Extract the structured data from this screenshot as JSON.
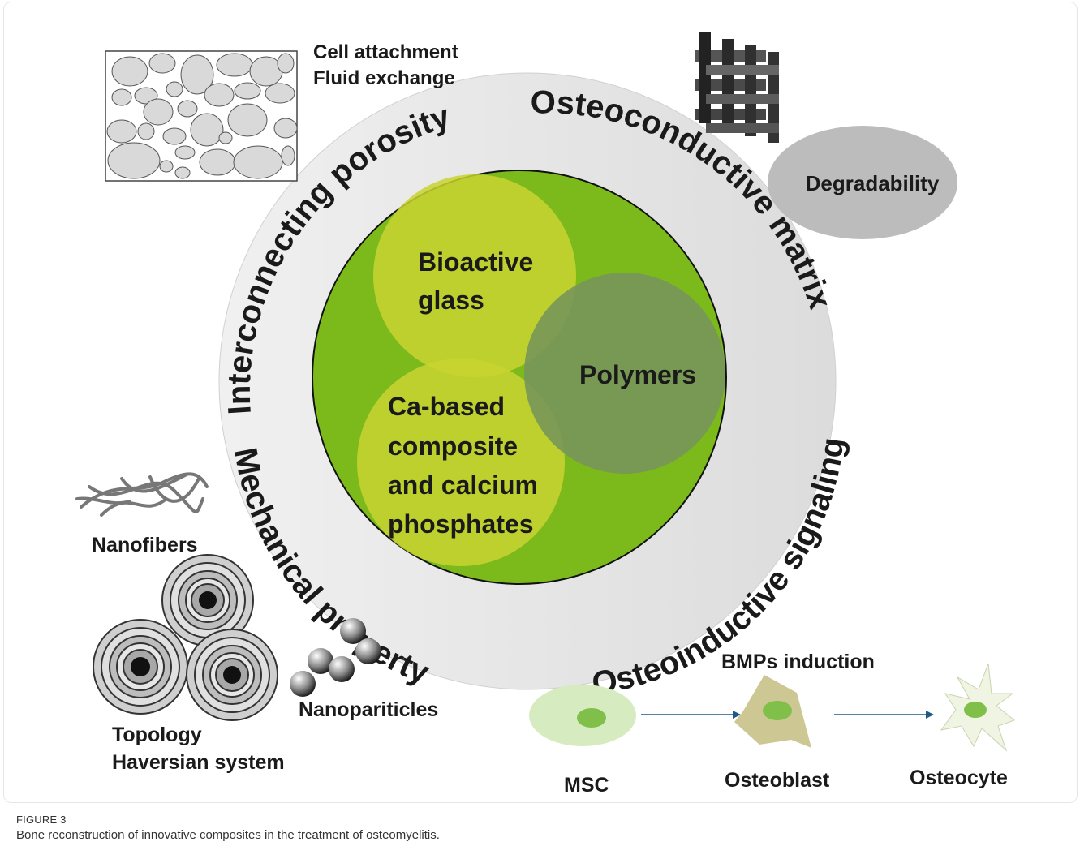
{
  "ring_labels": {
    "top_left": "Interconnecting porosity",
    "top_right": "Osteoconductive matrix",
    "bottom_right": "Osteoinductive signaling",
    "bottom_left": "Mechanical property"
  },
  "center": {
    "bioactive_line1": "Bioactive",
    "bioactive_line2": "glass",
    "polymers": "Polymers",
    "ca_line1": "Ca-based",
    "ca_line2": "composite",
    "ca_line3": "and calcium",
    "ca_line4": "phosphates"
  },
  "porosity_notes": {
    "line1": "Cell attachment",
    "line2": "Fluid exchange"
  },
  "degradability": "Degradability",
  "nanofibers": "Nanofibers",
  "nanoparticles": "Nanopariticles",
  "topology": {
    "line1": "Topology",
    "line2": "Haversian system"
  },
  "cells": {
    "bmps": "BMPs induction",
    "msc": "MSC",
    "osteoblast": "Osteoblast",
    "osteocyte": "Osteocyte"
  },
  "caption": {
    "label": "FIGURE 3",
    "text": "Bone reconstruction of innovative composites in the treatment of osteomyelitis."
  },
  "icons": [
    "porous-scaffold-icon",
    "lattice-scaffold-icon",
    "nanofibers-icon",
    "haversian-osteon-icon",
    "nanoparticles-icon",
    "msc-cell-icon",
    "osteoblast-cell-icon",
    "osteocyte-cell-icon",
    "arrow-icon"
  ],
  "colors": {
    "ring": "#e4e4e4",
    "green_core": "#7cba1c",
    "yellow_circle": "#c9d430",
    "polymer_circle": "#7a9a58",
    "degradability": "#bcbcbc",
    "arrow": "#1e5a86"
  }
}
